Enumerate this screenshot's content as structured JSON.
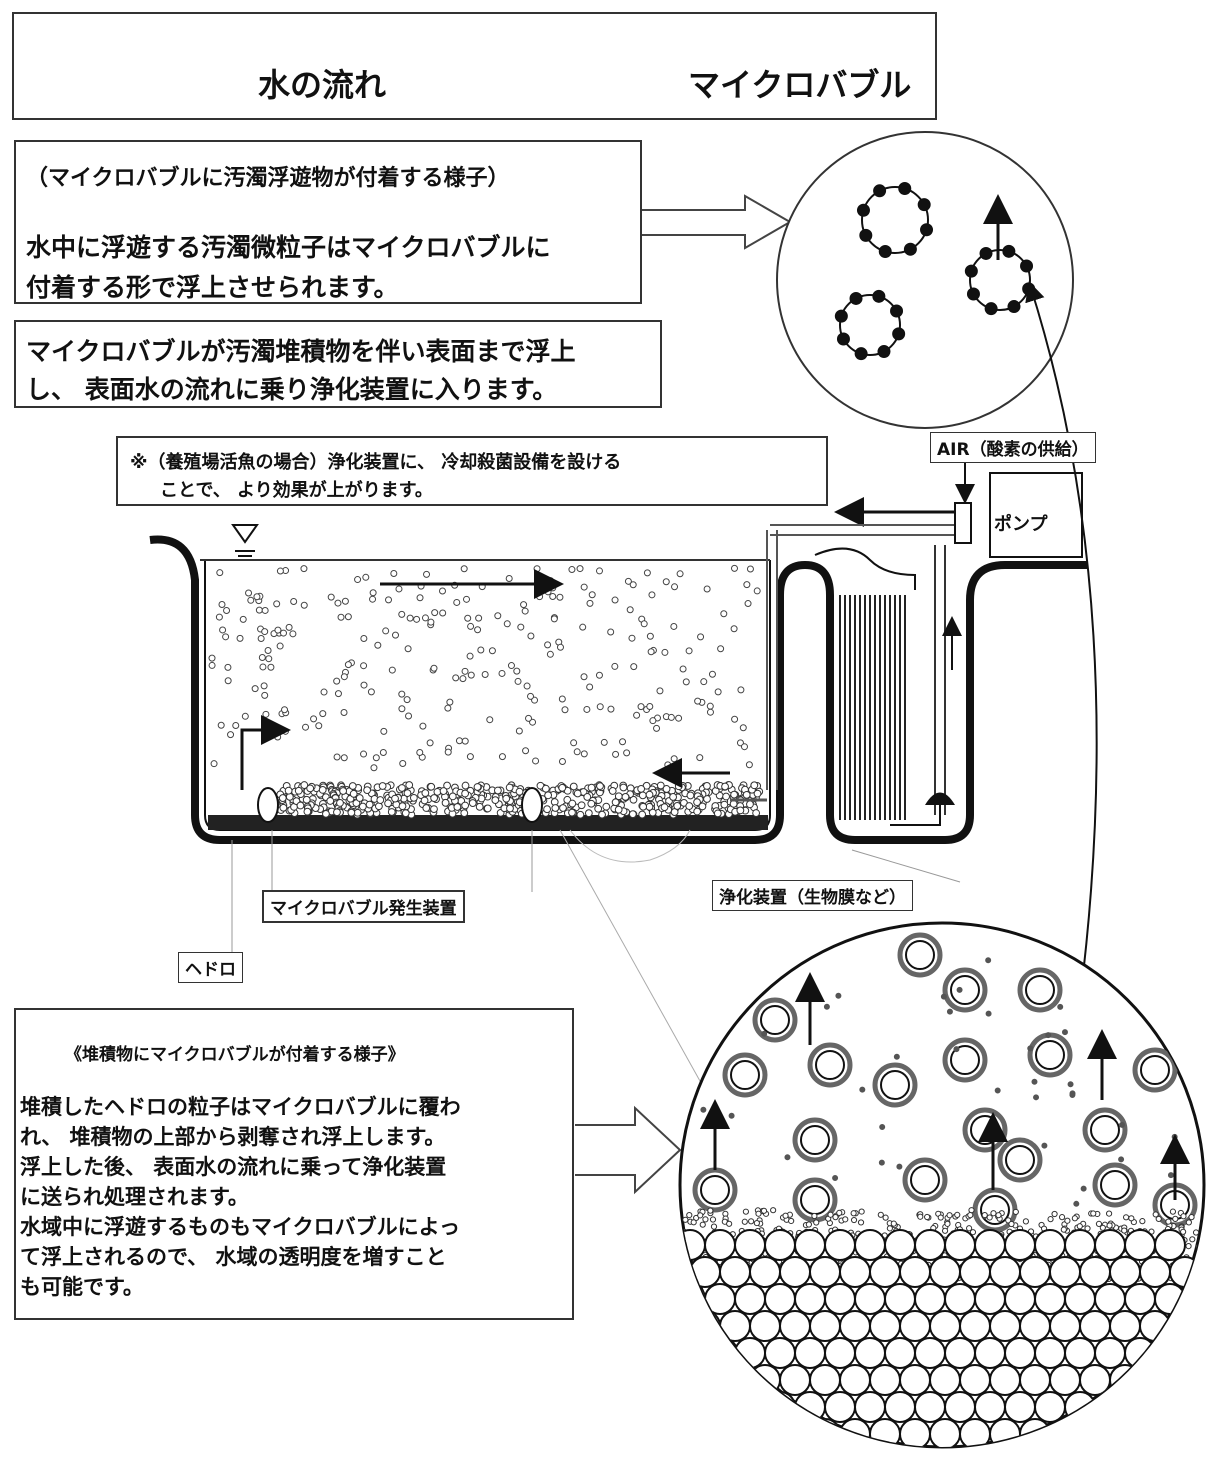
{
  "legend": {
    "flow_label": "水の流れ",
    "bubble_label": "マイクロバブル"
  },
  "box1": {
    "title": "（マイクロバブルに汚濁浮遊物が付着する様子）",
    "line1": "水中に浮遊する汚濁微粒子はマイクロバブルに",
    "line2": "付着する形で浮上させられます。"
  },
  "box2": {
    "line1": "マイクロバブルが汚濁堆積物を伴い表面まで浮上",
    "line2": "し、 表面水の流れに乗り浄化装置に入ります。"
  },
  "note": {
    "line1": "※（養殖場活魚の場合）浄化装置に、 冷却殺菌設備を設ける",
    "line2": "ことで、 より効果が上がります。"
  },
  "labels": {
    "air": "AIR（酸素の供給）",
    "pump": "ポンプ",
    "generator": "マイクロバブル発生装置",
    "purifier": "浄化装置（生物膜など）",
    "sludge": "ヘドロ"
  },
  "box3": {
    "title": "《堆積物にマイクロバブルが付着する様子》",
    "lines": [
      "堆積したヘドロの粒子はマイクロバブルに覆わ",
      "れ、 堆積物の上部から剥奪され浮上します。",
      "浮上した後、 表面水の流れに乗って浄化装置",
      "に送られ処理されます。",
      "水域中に浮遊するものもマイクロバブルによっ",
      "て浮上されるので、 水域の透明度を増すこと",
      "も可能です。"
    ]
  }
}
